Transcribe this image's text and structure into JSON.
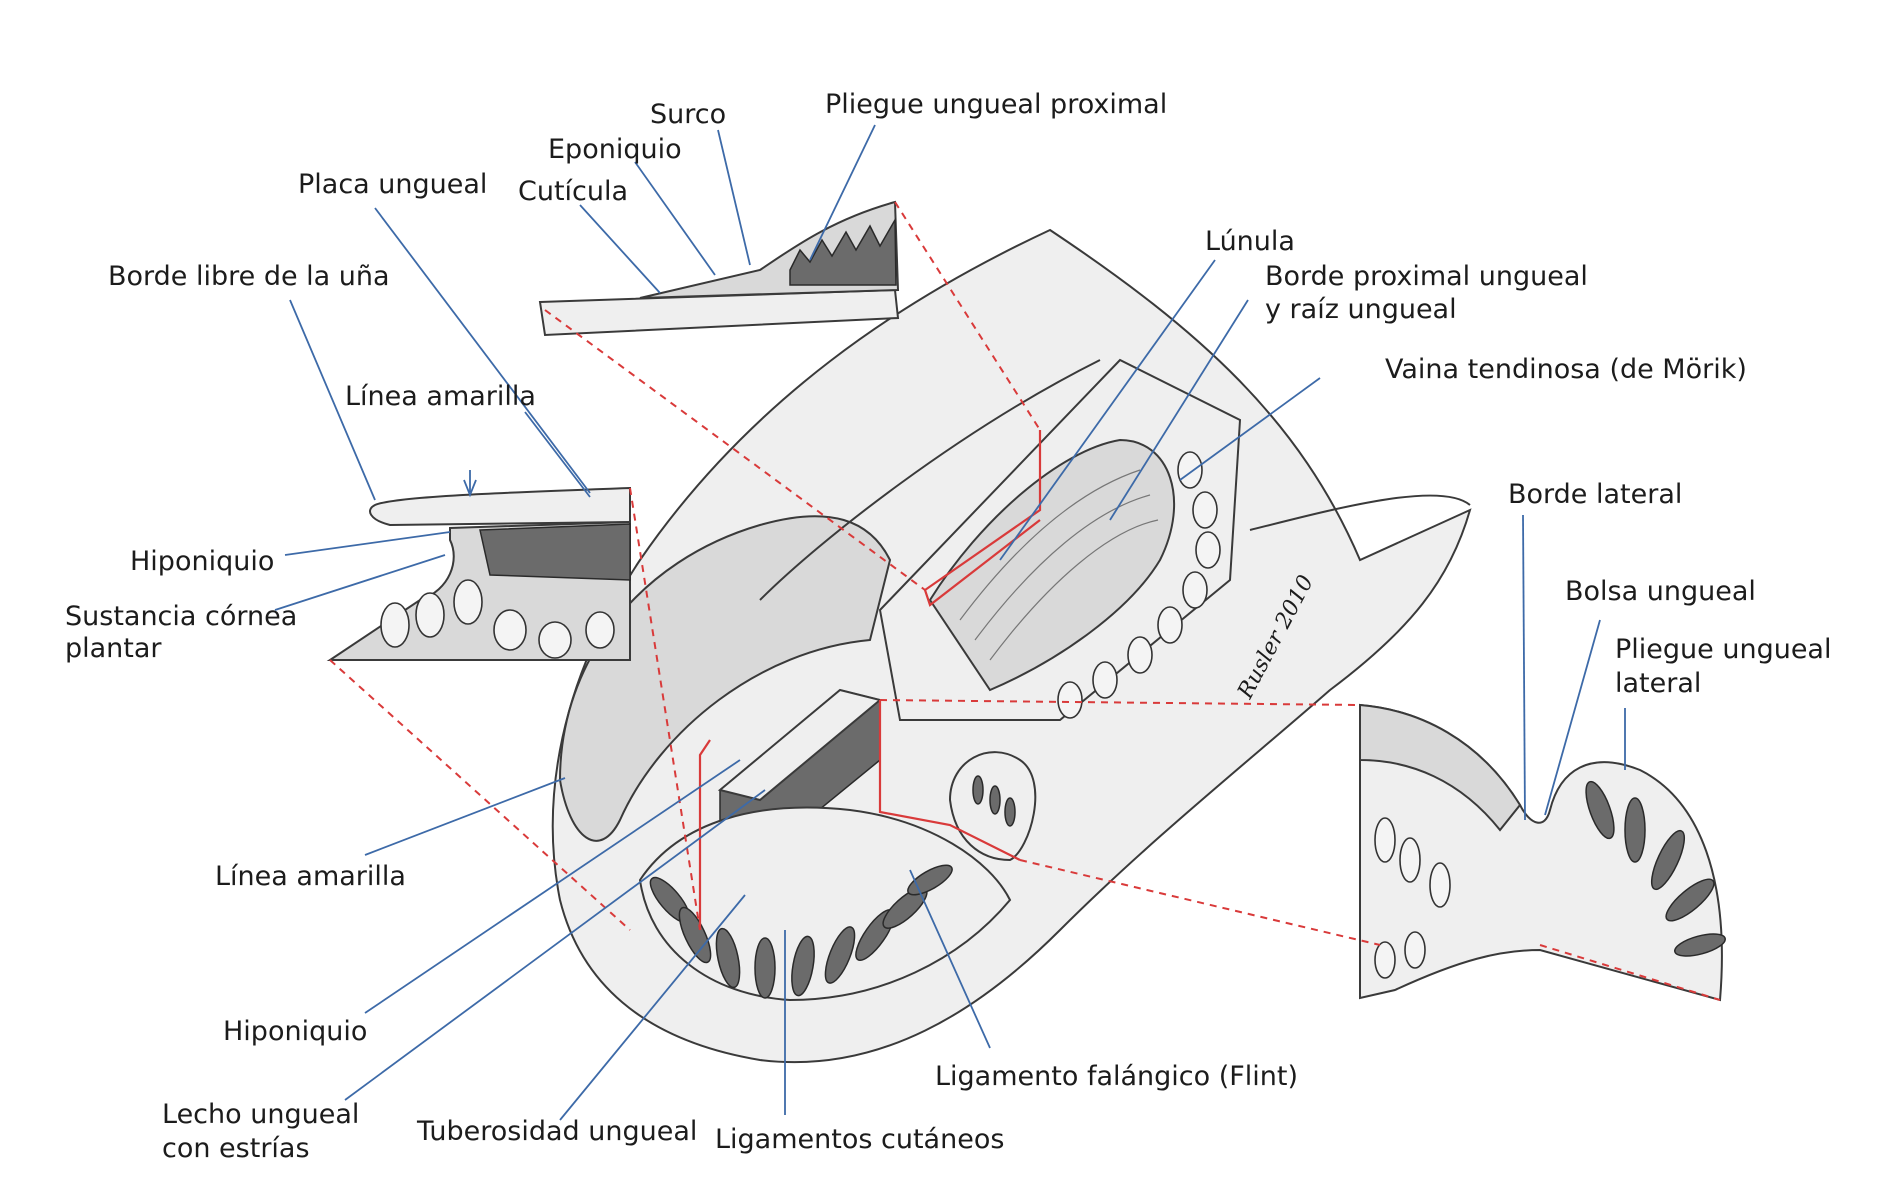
{
  "labels": {
    "surco": "Surco",
    "pliegue_proximal": "Pliegue ungueal proximal",
    "eponiquio": "Eponiquio",
    "placa_ungueal": "Placa ungueal",
    "cuticula": "Cutícula",
    "borde_libre": "Borde libre de la uña",
    "lunula": "Lúnula",
    "borde_proximal_1": "Borde proximal ungueal",
    "borde_proximal_2": "y raíz ungueal",
    "linea_amarilla_top": "Línea amarilla",
    "vaina": "Vaina tendinosa (de Mörik)",
    "hiponiquio_top": "Hiponiquio",
    "borde_lateral": "Borde lateral",
    "sustancia_1": "Sustancia córnea",
    "sustancia_2": "plantar",
    "bolsa": "Bolsa ungueal",
    "pliegue_lateral_1": "Pliegue ungueal",
    "pliegue_lateral_2": "lateral",
    "linea_amarilla_bottom": "Línea amarilla",
    "hiponiquio_bottom": "Hiponiquio",
    "ligamento_falangico": "Ligamento falángico (Flint)",
    "lecho_1": "Lecho ungueal",
    "lecho_2": "con estrías",
    "tuberosidad": "Tuberosidad ungueal",
    "ligamentos_cutaneos": "Ligamentos cutáneos",
    "signature": "Rusler 2010"
  },
  "colors": {
    "leader": "#3d6aa8",
    "zoom_line": "#d93a3a",
    "ink": "#3a3a3a",
    "text": "#1c1c1c"
  }
}
